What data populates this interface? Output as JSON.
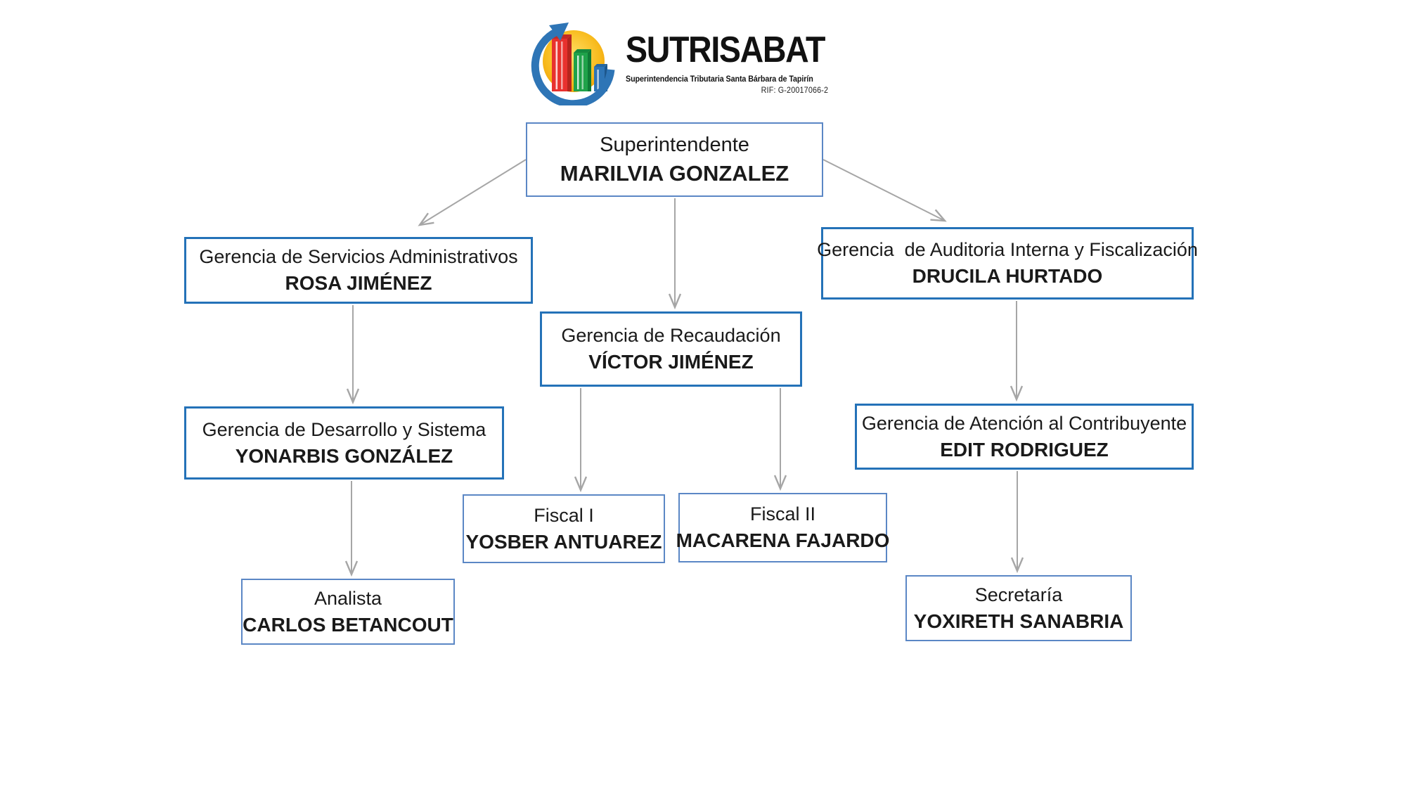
{
  "logo": {
    "acronym": "SUTRISABAT",
    "subtitle": "Superintendencia Tributaria Santa Bárbara de Tapirín",
    "rif": "RIF: G-20017066-2"
  },
  "nodes": [
    {
      "id": "superintendente",
      "title": "Superintendente",
      "name": "MARILVIA GONZALEZ"
    },
    {
      "id": "servicios",
      "title": "Gerencia de Servicios Administrativos",
      "name": "ROSA JIMÉNEZ"
    },
    {
      "id": "auditoria",
      "title": "Gerencia  de Auditoria Interna y Fiscalización",
      "name": "DRUCILA HURTADO"
    },
    {
      "id": "recaudacion",
      "title": "Gerencia de Recaudación",
      "name": "VÍCTOR JIMÉNEZ"
    },
    {
      "id": "desarrollo",
      "title": "Gerencia de Desarrollo y Sistema",
      "name": "YONARBIS GONZÁLEZ"
    },
    {
      "id": "atencion",
      "title": "Gerencia de Atención al Contribuyente",
      "name": "EDIT RODRIGUEZ"
    },
    {
      "id": "fiscal1",
      "title": "Fiscal I",
      "name": "YOSBER ANTUAREZ"
    },
    {
      "id": "fiscal2",
      "title": "Fiscal II",
      "name": "MACARENA FAJARDO"
    },
    {
      "id": "analista",
      "title": "Analista",
      "name": "CARLOS BETANCOUT"
    },
    {
      "id": "secretaria",
      "title": "Secretaría",
      "name": "YOXIRETH SANABRIA"
    }
  ],
  "edges": [
    {
      "from": "superintendente",
      "to": "servicios"
    },
    {
      "from": "superintendente",
      "to": "recaudacion"
    },
    {
      "from": "superintendente",
      "to": "auditoria"
    },
    {
      "from": "servicios",
      "to": "desarrollo"
    },
    {
      "from": "desarrollo",
      "to": "analista"
    },
    {
      "from": "recaudacion",
      "to": "fiscal1"
    },
    {
      "from": "recaudacion",
      "to": "fiscal2"
    },
    {
      "from": "auditoria",
      "to": "atencion"
    },
    {
      "from": "atencion",
      "to": "secretaria"
    }
  ],
  "colors": {
    "accent": "#2472b8",
    "accent-med": "#5b87c5",
    "connector": "#a6a6a6",
    "text": "#1a1a1a",
    "logo-blue": "#2e75b6",
    "logo-yellow": "#f3a70c",
    "logo-red": "#e8312e",
    "logo-green": "#1fa24a"
  }
}
